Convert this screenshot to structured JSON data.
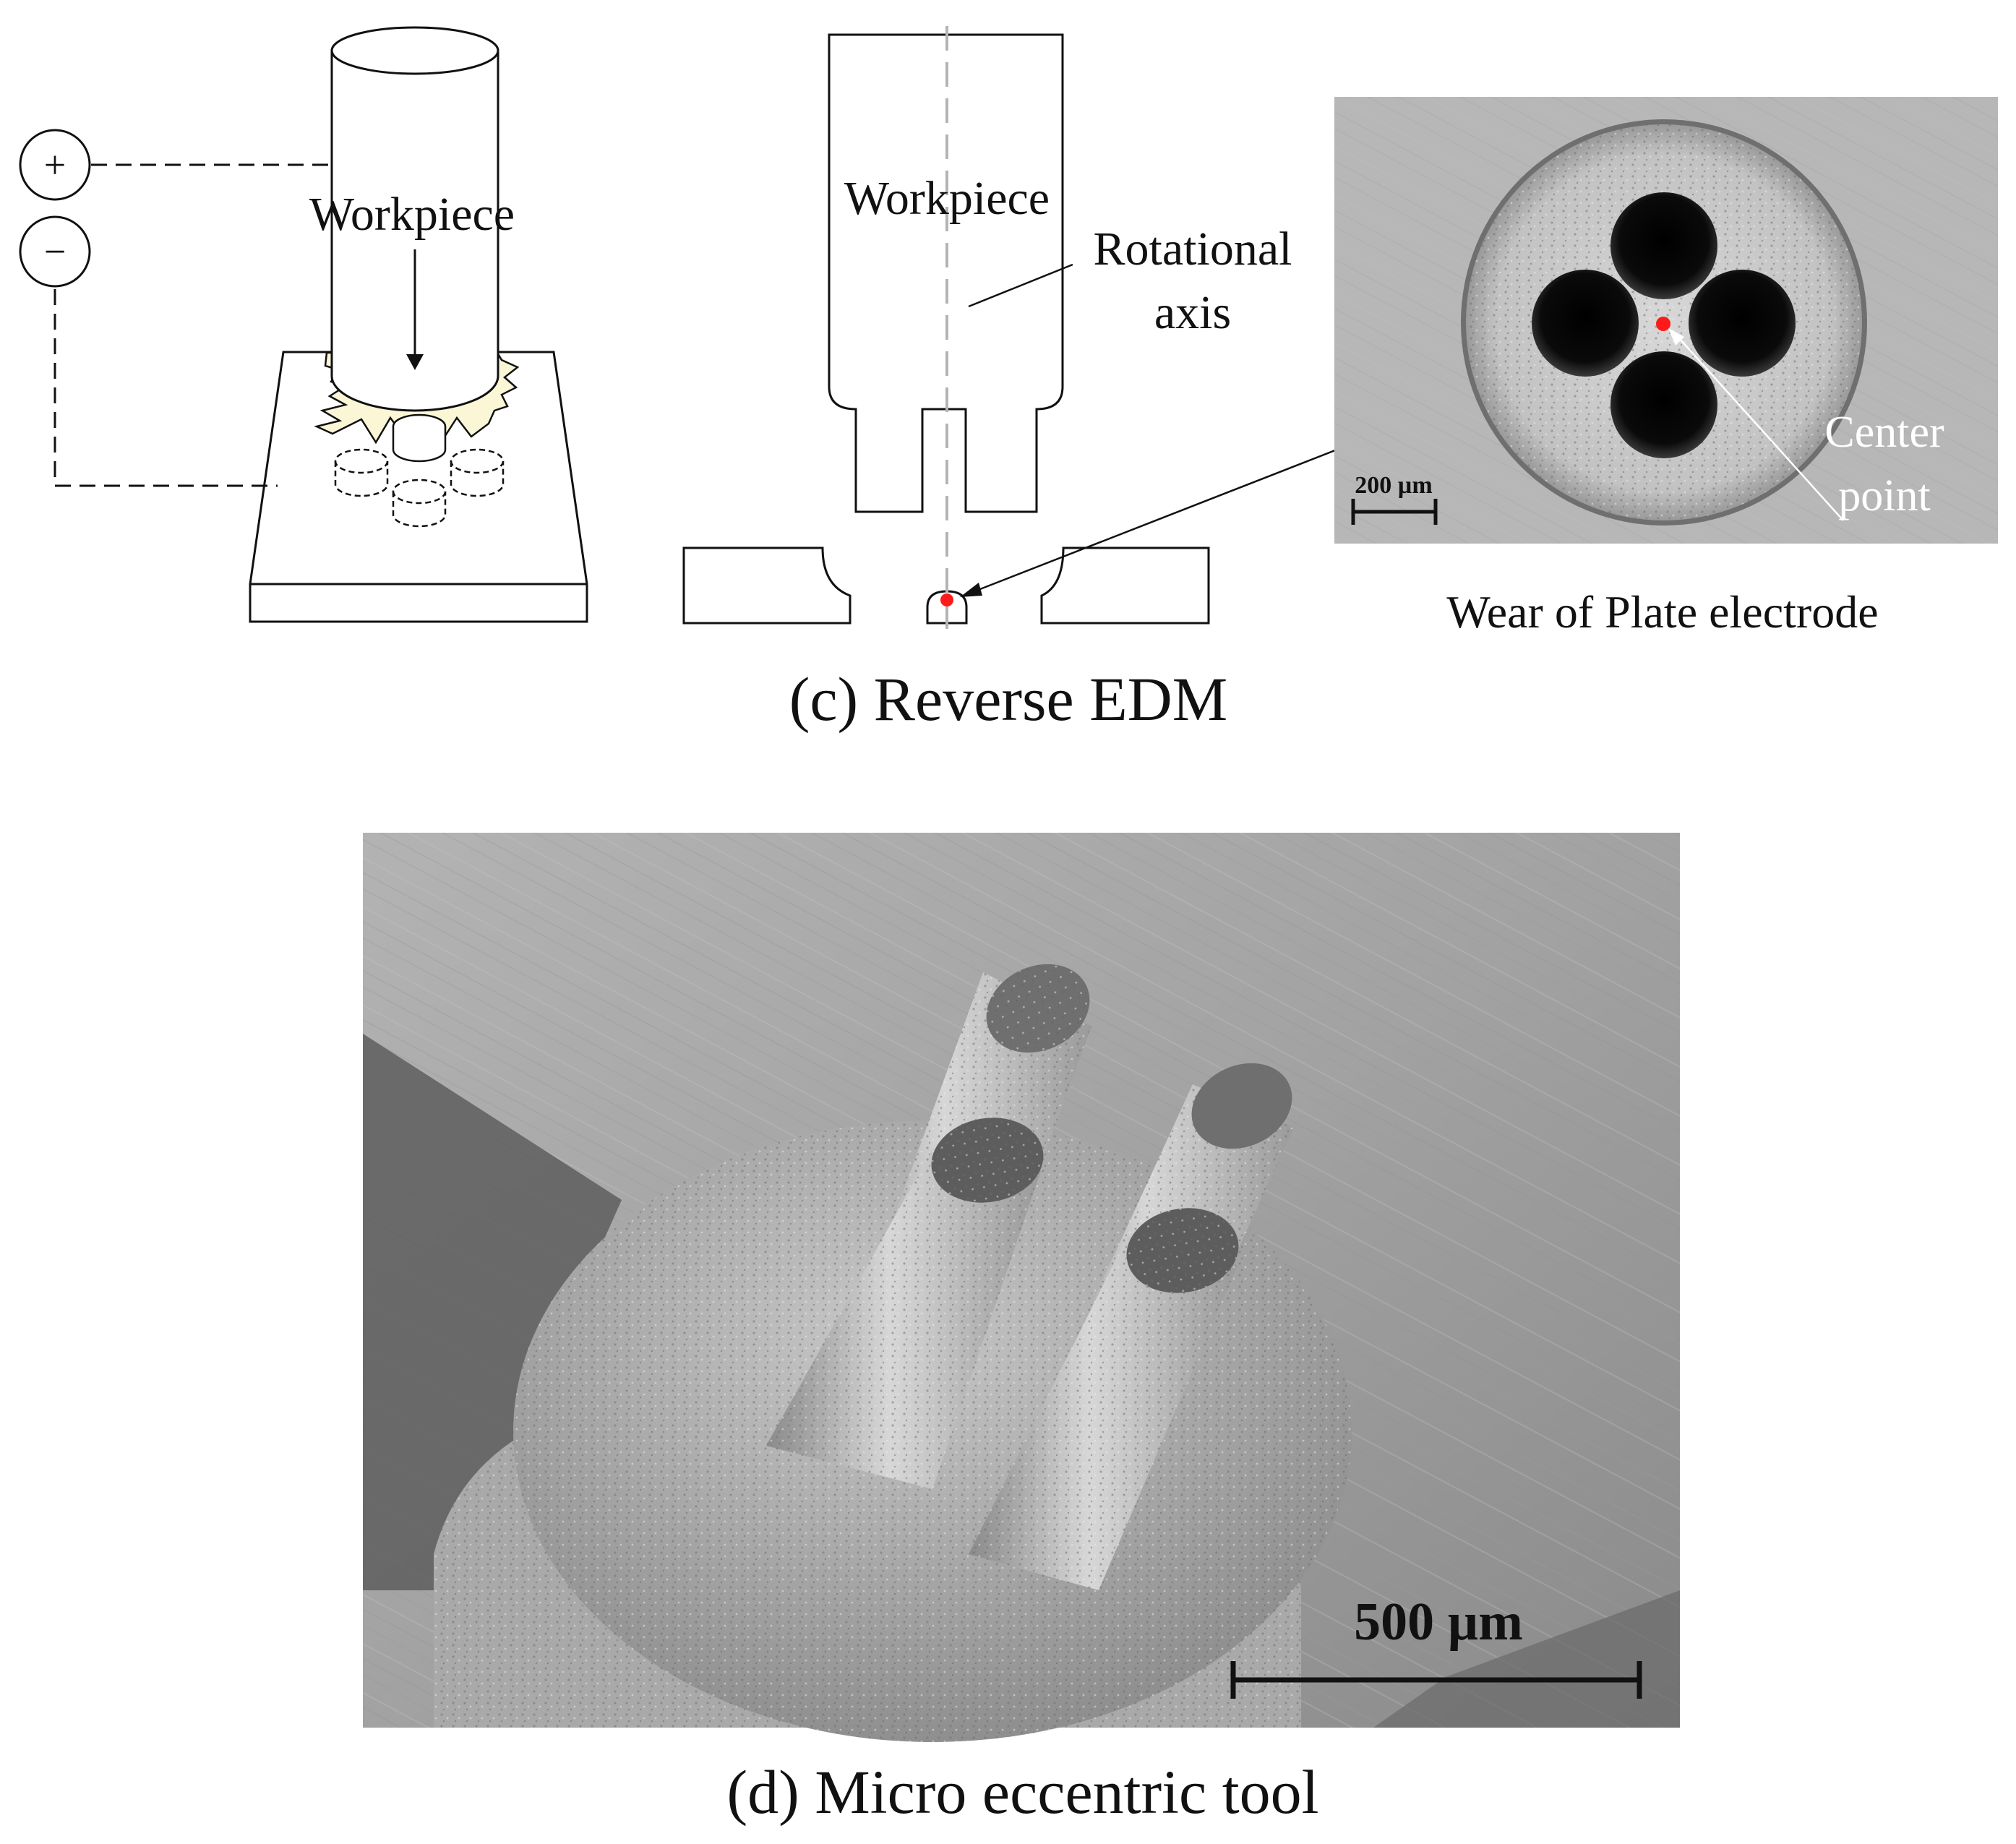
{
  "labels": {
    "plus_sign": "+",
    "minus_sign": "−",
    "workpiece_left": "Workpiece",
    "workpiece_mid": "Workpiece",
    "rotational_line1": "Rotational",
    "rotational_line2": "axis",
    "center_line1": "Center",
    "center_line2": "point",
    "scale_small": "200 µm",
    "wear_caption": "Wear of Plate electrode",
    "caption_c": "(c) Reverse EDM",
    "scale_large": "500 µm",
    "caption_d": "(d) Micro eccentric tool"
  },
  "colors": {
    "line": "#111111",
    "axis_dash": "#b4b4b4",
    "spark_fill": "#fbf7d6",
    "center_dot": "#ff1a1a",
    "sem_background": "#8e8e8e",
    "sem_plate": "#c9c9c9",
    "sem_hole": "#050505"
  },
  "icons": {
    "positive_terminal": "plus-circle-icon",
    "negative_terminal": "minus-circle-icon"
  }
}
